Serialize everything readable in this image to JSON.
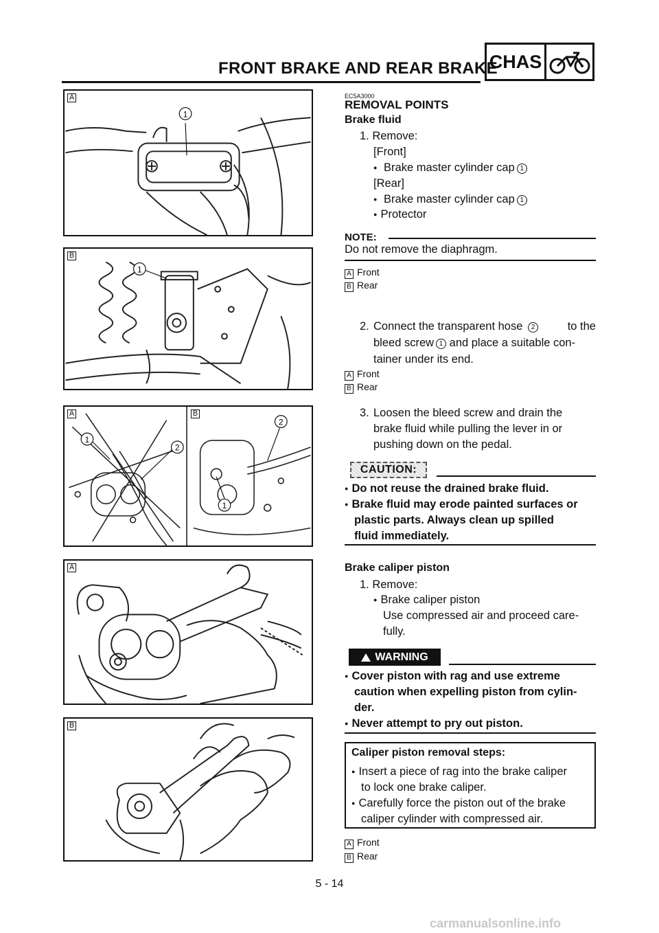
{
  "header": {
    "title": "FRONT BRAKE AND REAR BRAKE",
    "section_tag": "CHAS",
    "section_icon": "motorcycle-icon"
  },
  "figures": [
    {
      "tags": [
        "A"
      ],
      "callouts": [
        "1"
      ]
    },
    {
      "tags": [
        "B"
      ],
      "callouts": [
        "1"
      ]
    },
    {
      "tags": [
        "A",
        "B"
      ],
      "callouts": [
        "1",
        "2",
        "2",
        "1"
      ]
    },
    {
      "tags": [
        "A"
      ],
      "callouts": []
    },
    {
      "tags": [
        "B"
      ],
      "callouts": []
    }
  ],
  "content": {
    "code": "EC5A3000",
    "section_title": "REMOVAL POINTS",
    "brake_fluid": {
      "heading": "Brake fluid",
      "step1": "1. Remove:",
      "front_lbl": "[Front]",
      "front_item": "Brake master cylinder cap",
      "front_item_ref": "1",
      "rear_lbl": "[Rear]",
      "rear_item": "Brake master cylinder cap",
      "rear_item_ref": "1",
      "rear_item2": "Protector",
      "note_label": "NOTE:",
      "note_text": "Do not remove the diaphragm.",
      "legend1": [
        {
          "key": "A",
          "text": "Front"
        },
        {
          "key": "B",
          "text": "Rear"
        }
      ],
      "step2_num": "2.",
      "step2_a": "Connect the transparent hose",
      "step2_ref_a": "2",
      "step2_b": "to the",
      "step2_c": "bleed screw",
      "step2_ref_c": "1",
      "step2_d": "and place a suitable con-",
      "step2_e": "tainer under its end.",
      "legend2": [
        {
          "key": "A",
          "text": "Front"
        },
        {
          "key": "B",
          "text": "Rear"
        }
      ],
      "step3_num": "3.",
      "step3_lines": [
        "Loosen the bleed screw and drain the",
        "brake fluid while pulling the lever in or",
        "pushing down on the pedal."
      ],
      "caution_label": "CAUTION:",
      "caution_items": [
        "Do not reuse the drained brake fluid.",
        "Brake fluid may erode painted surfaces or",
        "plastic parts. Always clean up spilled",
        "fluid immediately."
      ]
    },
    "caliper": {
      "heading": "Brake caliper piston",
      "step1": "1. Remove:",
      "item": "Brake caliper piston",
      "item_note": [
        "Use compressed air and proceed care-",
        "fully."
      ],
      "warning_label": "WARNING",
      "warning_items": [
        "Cover piston with rag and use extreme",
        "caution when expelling piston from cylin-",
        "der.",
        "Never attempt to pry out piston."
      ],
      "steps_title": "Caliper piston removal steps:",
      "steps": [
        "Insert a piece of rag into the brake caliper",
        "to lock one brake caliper.",
        "Carefully force the piston out of the brake",
        "caliper cylinder with compressed air."
      ],
      "legend": [
        {
          "key": "A",
          "text": "Front"
        },
        {
          "key": "B",
          "text": "Rear"
        }
      ]
    }
  },
  "footer": {
    "page_number": "5 - 14",
    "watermark": "carmanualsonline.info"
  }
}
